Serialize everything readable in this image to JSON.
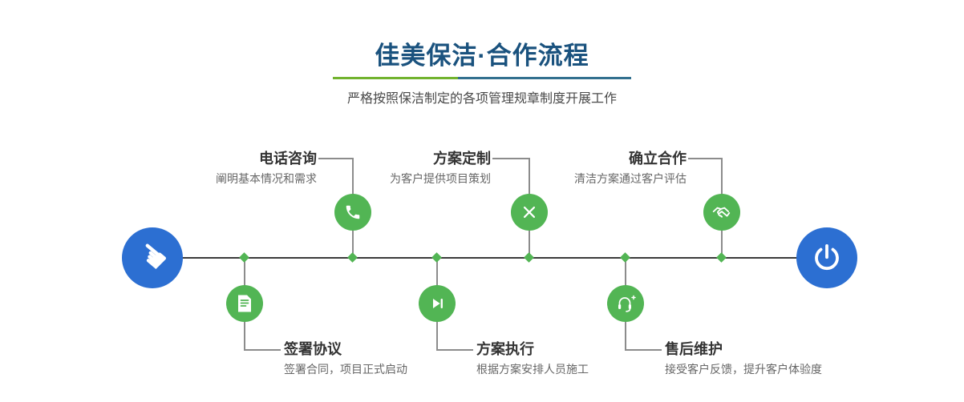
{
  "header": {
    "title": "佳美保洁·合作流程",
    "subtitle": "严格按照保洁制定的各项管理规章制度开展工作"
  },
  "colors": {
    "title_blue": "#1a527e",
    "accent_green": "#52b554",
    "accent_blue": "#2c6fd2",
    "divider_green": "#72b32e",
    "divider_blue": "#33708f",
    "line_dark": "#3b3b3b",
    "line_gray": "#8c8c8c",
    "text_dark": "#333333",
    "text_gray": "#666666",
    "subtitle_gray": "#4a4a4a"
  },
  "flow": {
    "start_icon": "hand-pointer-icon",
    "start_glyph": "☚",
    "end_icon": "power-icon",
    "steps": [
      {
        "title": "电话咨询",
        "desc": "阐明基本情况和需求",
        "icon": "phone-icon",
        "position": "top"
      },
      {
        "title": "方案定制",
        "desc": "为客户提供项目策划",
        "icon": "pencil-icon",
        "position": "top"
      },
      {
        "title": "确立合作",
        "desc": "清洁方案通过客户评估",
        "icon": "handshake-icon",
        "position": "top"
      },
      {
        "title": "签署协议",
        "desc": "签署合同，项目正式启动",
        "icon": "document-icon",
        "position": "bottom"
      },
      {
        "title": "方案执行",
        "desc": "根据方案安排人员施工",
        "icon": "play-icon",
        "position": "bottom"
      },
      {
        "title": "售后维护",
        "desc": "接受客户反馈，提升客户体验度",
        "icon": "headset-icon",
        "position": "bottom"
      }
    ]
  }
}
